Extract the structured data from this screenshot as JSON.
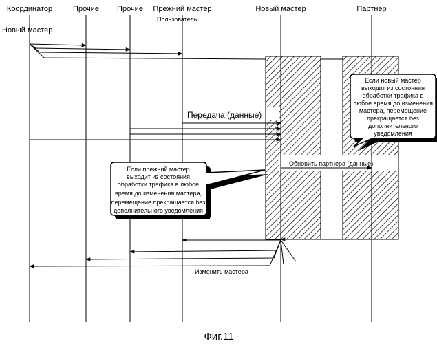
{
  "lifelines": {
    "coordinator": "Координатор",
    "other1": "Прочие",
    "other2": "Прочие",
    "old_master": "Прежний мастер",
    "new_master": "Новый мастер",
    "partner": "Партнер"
  },
  "coordinator_sub": "Новый мастер",
  "user_label": "Пользователь",
  "messages": {
    "transfer": "Передача (данные)",
    "update_partner": "Обновить партнера (данные)",
    "change_master": "Изменить мастера"
  },
  "notes": {
    "new_master_exit": [
      "Если новый мастер",
      "выходит из состояния",
      "обработки трафика в",
      "любое время до изменения",
      "мастера, перемещение",
      "прекращается без",
      "дополнительного",
      "уведомления"
    ],
    "old_master_exit": [
      "Если прежний мастер",
      "выходит из состояния",
      "обработки трафика в любое",
      "время до изменения мастера,",
      "перемещение прекращается без",
      "дополнительного уведомления"
    ]
  },
  "figure_label": "Фиг.11"
}
